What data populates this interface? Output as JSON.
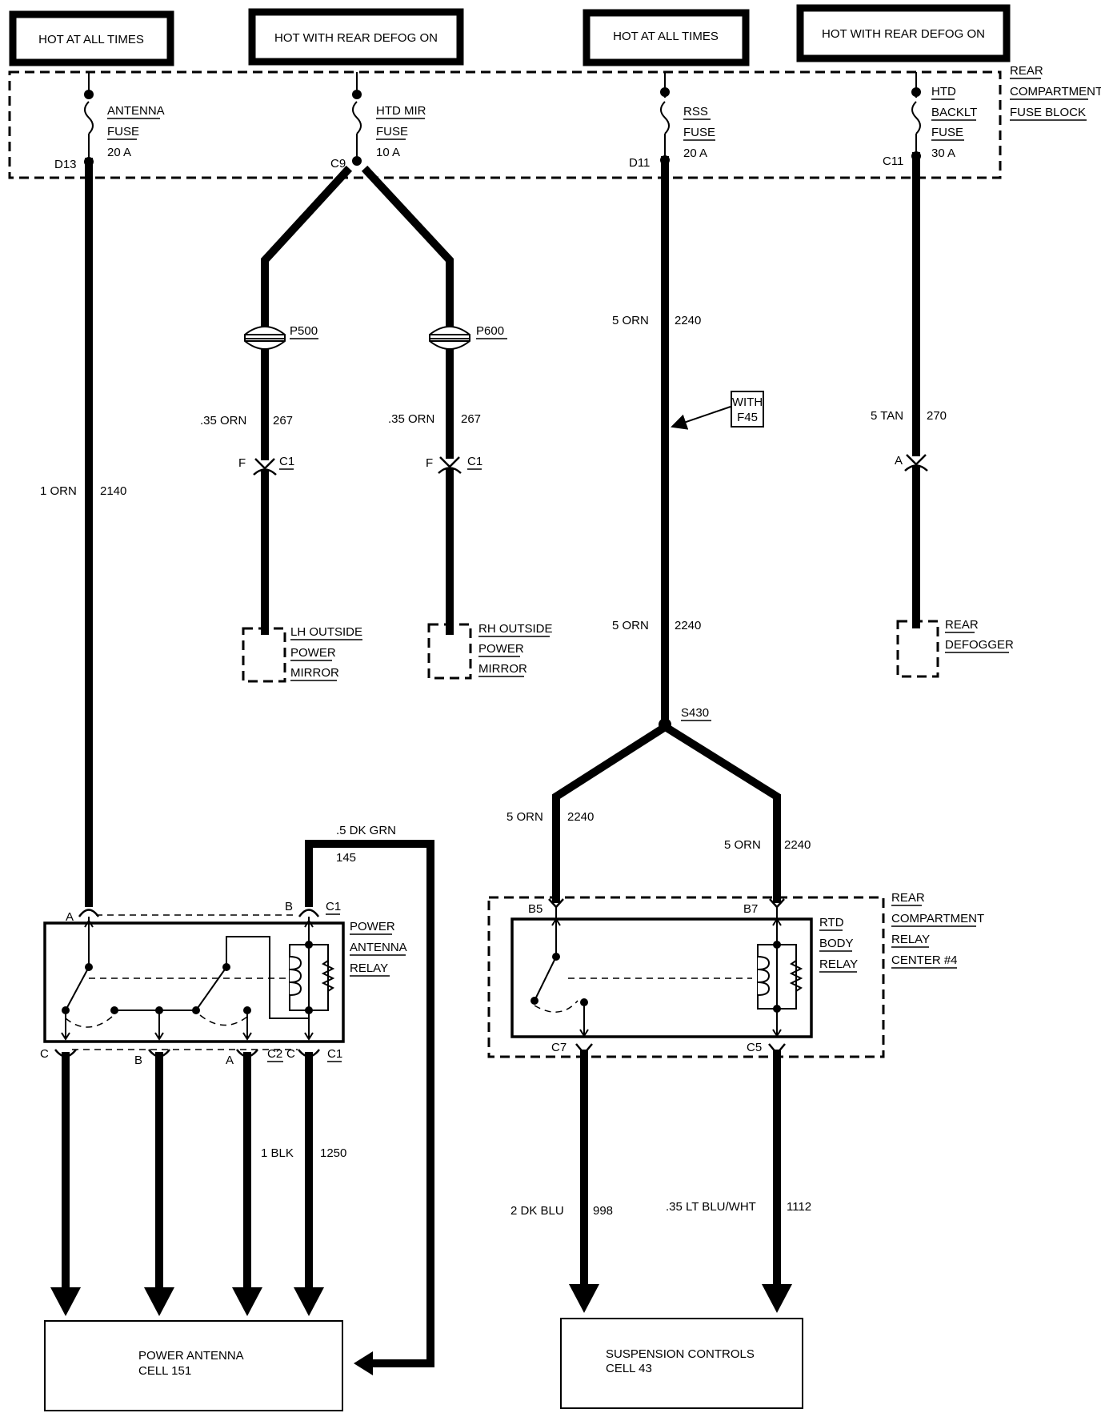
{
  "headers": {
    "h1": "HOT AT ALL TIMES",
    "h2": "HOT WITH REAR DEFOG ON",
    "h3": "HOT AT ALL TIMES",
    "h4": "HOT WITH REAR DEFOG ON"
  },
  "fuse_block": {
    "line1": "REAR",
    "line2": "COMPARTMENT",
    "line3": "FUSE BLOCK"
  },
  "fuses": {
    "antenna": {
      "l1": "ANTENNA",
      "l2": "FUSE",
      "l3": "20 A",
      "pin": "D13"
    },
    "htd_mir": {
      "l1": "HTD MIR",
      "l2": "FUSE",
      "l3": "10 A",
      "pin": "C9"
    },
    "rss": {
      "l1": "RSS",
      "l2": "FUSE",
      "l3": "20 A",
      "pin": "D11"
    },
    "htd_backlt": {
      "l1": "HTD",
      "l2": "BACKLT",
      "l3": "FUSE",
      "l4": "30 A",
      "pin": "C11"
    }
  },
  "wires": {
    "w2140_gauge": "1 ORN",
    "w2140_num": "2140",
    "p500": "P500",
    "p600": "P600",
    "w267a_gauge": ".35 ORN",
    "w267a_num": "267",
    "w267b_gauge": ".35 ORN",
    "w267b_num": "267",
    "c1_f_a": "F",
    "c1_a": "C1",
    "c1_f_b": "F",
    "c1_b": "C1",
    "w2240a_gauge": "5 ORN",
    "w2240a_num": "2240",
    "w2240b_gauge": "5 ORN",
    "w2240b_num": "2240",
    "with_l1": "WITH",
    "with_l2": "F45",
    "w270_gauge": "5 TAN",
    "w270_num": "270",
    "def_pin": "A",
    "s430": "S430",
    "w2240c_gauge": "5 ORN",
    "w2240c_num": "2240",
    "w2240d_gauge": "5 ORN",
    "w2240d_num": "2240",
    "w145_gauge": ".5 DK GRN",
    "w145_num": "145",
    "w1250_gauge": "1 BLK",
    "w1250_num": "1250",
    "w998_gauge": "2 DK BLU",
    "w998_num": "998",
    "w1112_gauge": ".35 LT BLU/WHT",
    "w1112_num": "1112"
  },
  "components": {
    "lh_mirror": {
      "l1": "LH OUTSIDE",
      "l2": "POWER",
      "l3": "MIRROR"
    },
    "rh_mirror": {
      "l1": "RH OUTSIDE",
      "l2": "POWER",
      "l3": "MIRROR"
    },
    "rear_defogger": {
      "l1": "REAR",
      "l2": "DEFOGGER"
    },
    "antenna_relay": {
      "l1": "POWER",
      "l2": "ANTENNA",
      "l3": "RELAY"
    },
    "rtd_relay": {
      "l1": "RTD",
      "l2": "BODY",
      "l3": "RELAY"
    },
    "relay_center": {
      "l1": "REAR",
      "l2": "COMPARTMENT",
      "l3": "RELAY",
      "l4": "CENTER #4"
    }
  },
  "pins": {
    "ant_a": "A",
    "ant_b": "B",
    "ant_c1_top": "C1",
    "ant_c": "C",
    "ant_bb": "B",
    "ant_ab": "A",
    "ant_c2": "C2",
    "ant_c_2": "C",
    "ant_c1_bot": "C1",
    "rtd_b5": "B5",
    "rtd_b7": "B7",
    "rtd_c7": "C7",
    "rtd_c5": "C5"
  },
  "destinations": {
    "power_antenna_l1": "POWER ANTENNA",
    "power_antenna_l2": "CELL 151",
    "suspension_l1": "SUSPENSION CONTROLS",
    "suspension_l2": "CELL 43"
  }
}
